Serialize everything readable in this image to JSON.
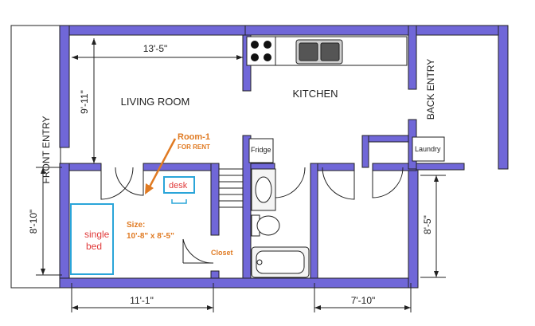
{
  "labels": {
    "front_entry": "FRONT ENTRY",
    "back_entry": "BACK ENTRY",
    "living_room": "LIVING ROOM",
    "kitchen": "KITCHEN",
    "fridge": "Fridge",
    "laundry": "Laundry",
    "closet": "Closet",
    "desk": "desk",
    "bed_line1": "single",
    "bed_line2": "bed",
    "room_title": "Room-1",
    "room_subtitle": "FOR RENT",
    "size_title": "Size:",
    "size_value": "10'-8\" x 8'-5\""
  },
  "dimensions": {
    "top_width": "13'-5\"",
    "living_height": "9'-11\"",
    "bedroom_height": "8'-10\"",
    "bottom_left_width": "11'-1\"",
    "bottom_right_width": "7'-10\"",
    "right_height": "8'-5\""
  },
  "colors": {
    "wall": "#7067d8",
    "annotation": "#e07a22",
    "bed_outline": "#2aa5d9",
    "desk_outline": "#2aa5d9",
    "bed_text": "#e03a3a"
  }
}
